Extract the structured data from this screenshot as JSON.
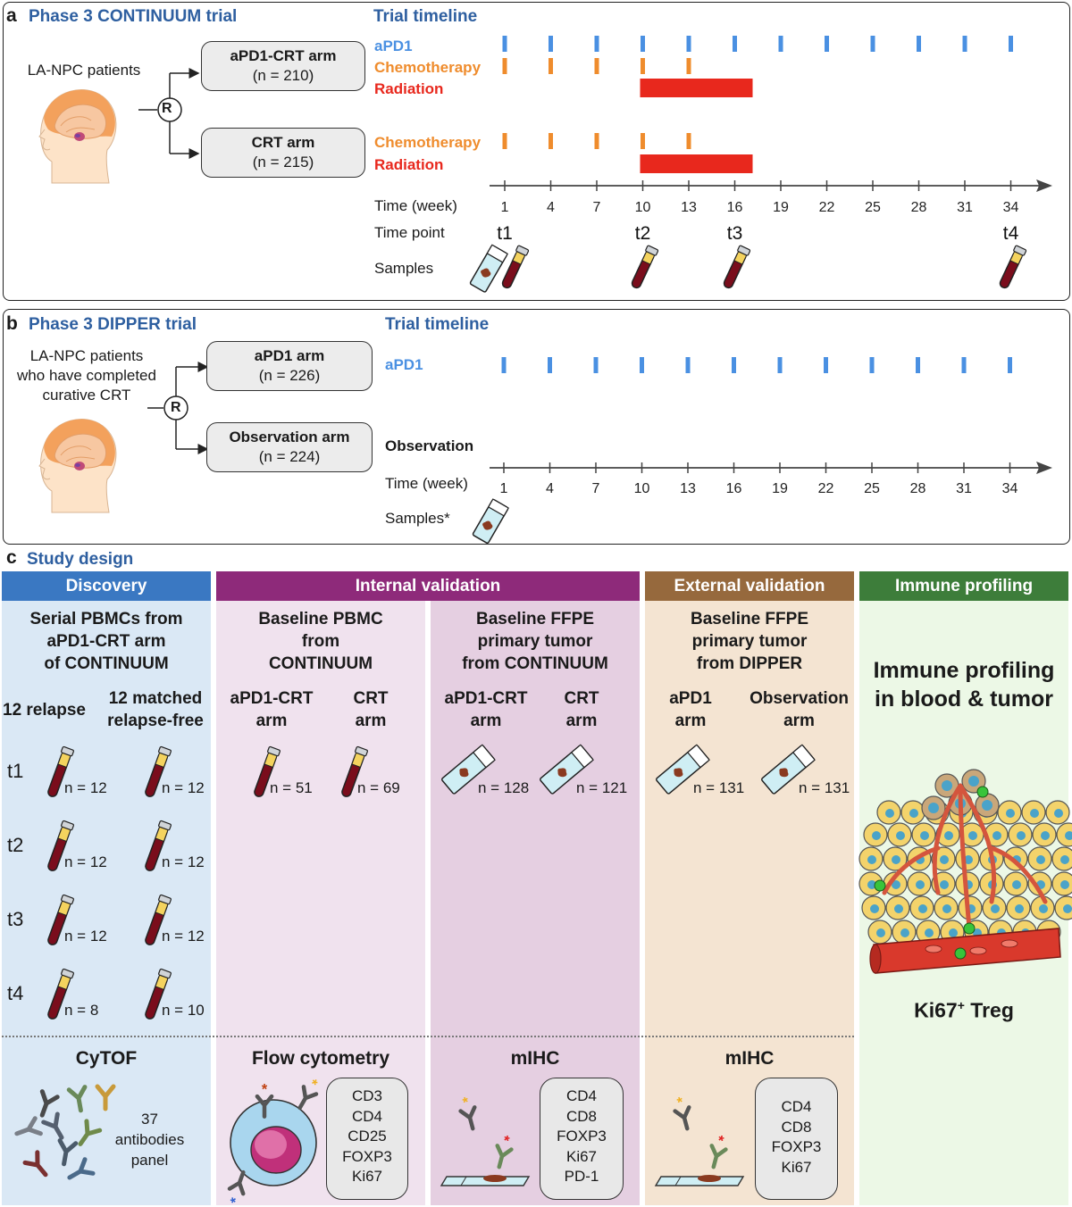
{
  "panel_a": {
    "letter": "a",
    "title": "Phase 3 CONTINUUM trial",
    "patients": "LA-NPC patients",
    "randomize": "R",
    "arm1_title": "aPD1-CRT arm",
    "arm1_n": "(n = 210)",
    "arm2_title": "CRT arm",
    "arm2_n": "(n = 215)",
    "timeline_title": "Trial timeline",
    "row_apd1": "aPD1",
    "row_chemo1": "Chemotherapy",
    "row_rad1": "Radiation",
    "row_chemo2": "Chemotherapy",
    "row_rad2": "Radiation",
    "time_label": "Time (week)",
    "timepoint_label": "Time point",
    "samples_label": "Samples",
    "weeks": [
      "1",
      "4",
      "7",
      "10",
      "13",
      "16",
      "19",
      "22",
      "25",
      "28",
      "31",
      "34"
    ],
    "timepoints": [
      {
        "label": "t1",
        "week": "1"
      },
      {
        "label": "t2",
        "week": "10"
      },
      {
        "label": "t3",
        "week": "16"
      },
      {
        "label": "t4",
        "week": "34"
      }
    ]
  },
  "panel_b": {
    "letter": "b",
    "title": "Phase 3 DIPPER trial",
    "patients_l1": "LA-NPC patients",
    "patients_l2": "who have completed",
    "patients_l3": "curative CRT",
    "randomize": "R",
    "arm1_title": "aPD1 arm",
    "arm1_n": "(n = 226)",
    "arm2_title": "Observation arm",
    "arm2_n": "(n = 224)",
    "timeline_title": "Trial timeline",
    "row_apd1": "aPD1",
    "row_obs": "Observation",
    "time_label": "Time (week)",
    "samples_label": "Samples*",
    "weeks": [
      "1",
      "4",
      "7",
      "10",
      "13",
      "16",
      "19",
      "22",
      "25",
      "28",
      "31",
      "34"
    ]
  },
  "panel_c": {
    "letter": "c",
    "title": "Study design",
    "discovery": {
      "header": "Discovery",
      "title_l1": "Serial PBMCs from",
      "title_l2": "aPD1-CRT arm",
      "title_l3": "of CONTINUUM",
      "group1": "12 relapse",
      "group2_l1": "12 matched",
      "group2_l2": "relapse-free",
      "rows": [
        {
          "tp": "t1",
          "n1": "n = 12",
          "n2": "n = 12"
        },
        {
          "tp": "t2",
          "n1": "n = 12",
          "n2": "n = 12"
        },
        {
          "tp": "t3",
          "n1": "n = 12",
          "n2": "n = 12"
        },
        {
          "tp": "t4",
          "n1": "n = 8",
          "n2": "n = 10"
        }
      ],
      "method": "CyTOF",
      "panel_l1": "37",
      "panel_l2": "antibodies",
      "panel_l3": "panel"
    },
    "internal": {
      "header": "Internal validation",
      "pbmc_l1": "Baseline PBMC",
      "pbmc_l2": "from",
      "pbmc_l3": "CONTINUUM",
      "pbmc_arm1_l1": "aPD1-CRT",
      "pbmc_arm1_l2": "arm",
      "pbmc_arm2_l1": "CRT",
      "pbmc_arm2_l2": "arm",
      "pbmc_n1": "n = 51",
      "pbmc_n2": "n = 69",
      "ffpe_l1": "Baseline FFPE",
      "ffpe_l2": "primary tumor",
      "ffpe_l3": "from CONTINUUM",
      "ffpe_arm1_l1": "aPD1-CRT",
      "ffpe_arm1_l2": "arm",
      "ffpe_arm2_l1": "CRT",
      "ffpe_arm2_l2": "arm",
      "ffpe_n1": "n = 128",
      "ffpe_n2": "n = 121",
      "method1": "Flow cytometry",
      "markers1": [
        "CD3",
        "CD4",
        "CD25",
        "FOXP3",
        "Ki67"
      ],
      "method2": "mIHC",
      "markers2": [
        "CD4",
        "CD8",
        "FOXP3",
        "Ki67",
        "PD-1"
      ]
    },
    "external": {
      "header": "External validation",
      "title_l1": "Baseline FFPE",
      "title_l2": "primary tumor",
      "title_l3": "from DIPPER",
      "arm1_l1": "aPD1",
      "arm1_l2": "arm",
      "arm2_l1": "Observation",
      "arm2_l2": "arm",
      "n1": "n = 131",
      "n2": "n = 131",
      "method": "mIHC",
      "markers": [
        "CD4",
        "CD8",
        "FOXP3",
        "Ki67"
      ]
    },
    "immune": {
      "header": "Immune profiling",
      "title_l1": "Immune profiling",
      "title_l2": "in blood & tumor",
      "caption_main": "Ki67",
      "caption_sup": "+",
      "caption_tail": " Treg"
    }
  },
  "colors": {
    "title_blue": "#2e5fa0",
    "apd1_blue": "#4a90e2",
    "chemo_orange": "#ef8c2d",
    "radiation_red": "#e8281d",
    "discovery": "#3a78c2",
    "internal": "#8e2a7a",
    "external": "#96693d",
    "immune": "#3d7d3a"
  }
}
